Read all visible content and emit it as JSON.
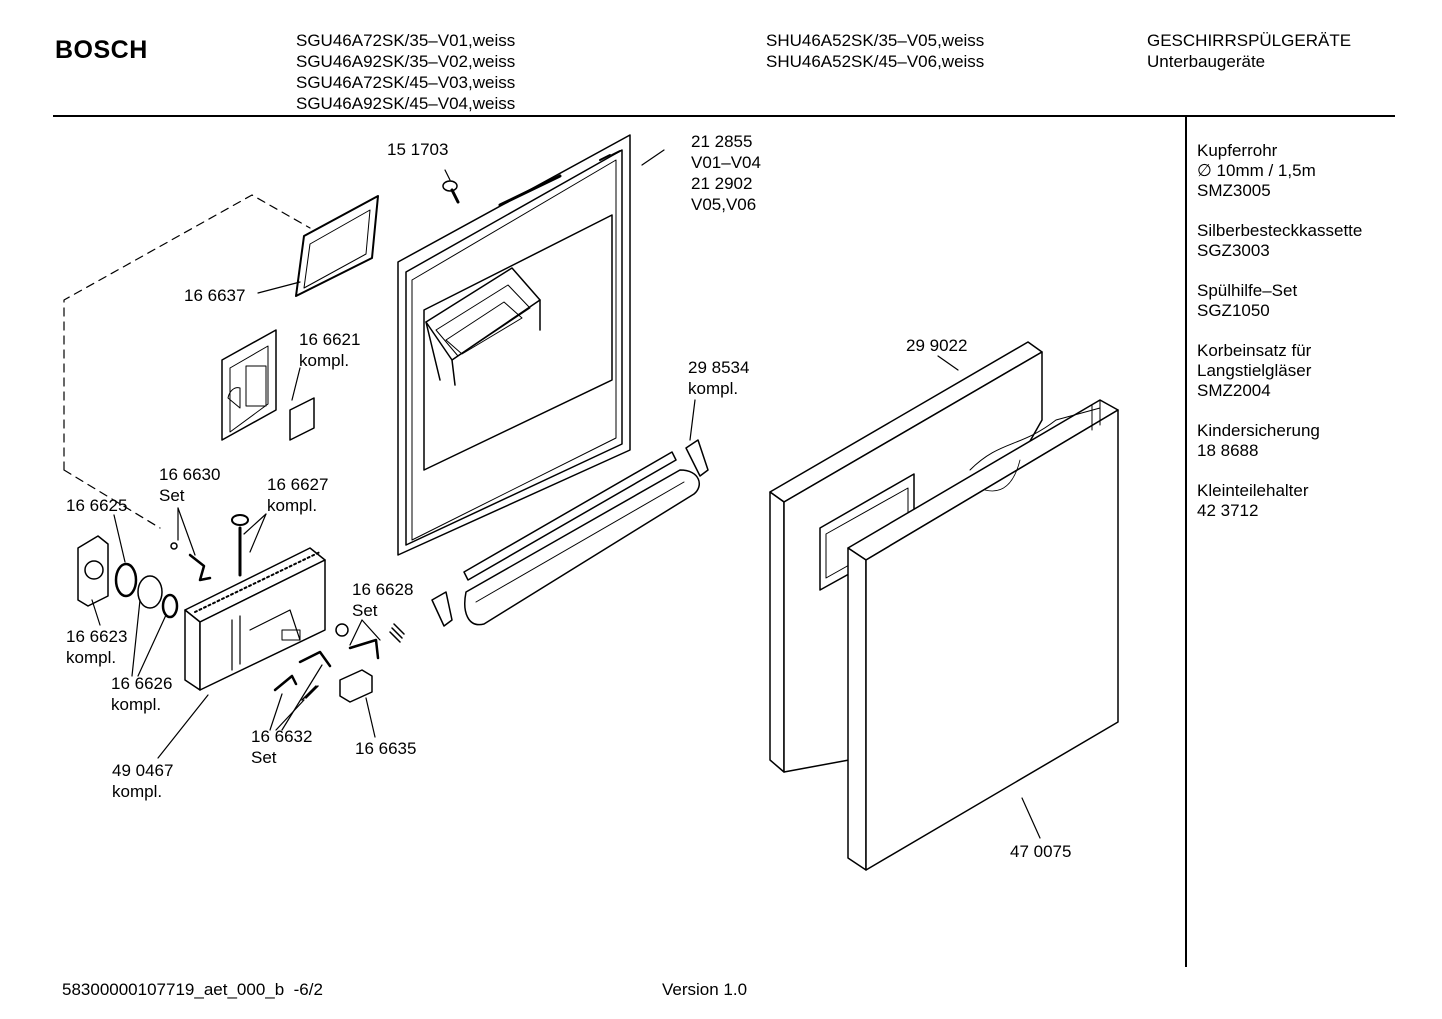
{
  "header": {
    "brand": "BOSCH",
    "models_left": [
      "SGU46A72SK/35–V01,weiss",
      "SGU46A92SK/35–V02,weiss",
      "SGU46A72SK/45–V03,weiss",
      "SGU46A92SK/45–V04,weiss"
    ],
    "models_right": [
      "SHU46A52SK/35–V05,weiss",
      "SHU46A52SK/45–V06,weiss"
    ],
    "category": "GESCHIRRSPÜLGERÄTE",
    "subcategory": "Unterbaugeräte"
  },
  "accessories": [
    {
      "lines": [
        "Kupferrohr",
        "∅ 10mm / 1,5m",
        "SMZ3005"
      ]
    },
    {
      "lines": [
        "Silberbesteckkassette",
        "SGZ3003"
      ]
    },
    {
      "lines": [
        "Spülhilfe–Set",
        "SGZ1050"
      ]
    },
    {
      "lines": [
        "Korbeinsatz für",
        "Langstielgläser",
        "SMZ2004"
      ]
    },
    {
      "lines": [
        "Kindersicherung",
        "18 8688"
      ]
    },
    {
      "lines": [
        "Kleinteilehalter",
        "42 3712"
      ]
    }
  ],
  "parts": [
    {
      "id": "p151703",
      "lines": [
        "15 1703"
      ]
    },
    {
      "id": "p212855",
      "lines": [
        "21 2855",
        "V01–V04",
        "21 2902",
        "V05,V06"
      ]
    },
    {
      "id": "p166637",
      "lines": [
        "16 6637"
      ]
    },
    {
      "id": "p166621",
      "lines": [
        "16 6621",
        "kompl."
      ]
    },
    {
      "id": "p166630",
      "lines": [
        "16 6630",
        "Set"
      ]
    },
    {
      "id": "p166627",
      "lines": [
        "16 6627",
        "kompl."
      ]
    },
    {
      "id": "p166625",
      "lines": [
        "16 6625"
      ]
    },
    {
      "id": "p166623",
      "lines": [
        "16 6623",
        "kompl."
      ]
    },
    {
      "id": "p166626",
      "lines": [
        "16 6626",
        "kompl."
      ]
    },
    {
      "id": "p490467",
      "lines": [
        "49 0467",
        "kompl."
      ]
    },
    {
      "id": "p166628",
      "lines": [
        "16 6628",
        "Set"
      ]
    },
    {
      "id": "p166632",
      "lines": [
        "16 6632",
        "Set"
      ]
    },
    {
      "id": "p166635",
      "lines": [
        "16 6635"
      ]
    },
    {
      "id": "p298534",
      "lines": [
        "29 8534",
        "kompl."
      ]
    },
    {
      "id": "p299022",
      "lines": [
        "29 9022"
      ]
    },
    {
      "id": "p470075",
      "lines": [
        "47 0075"
      ]
    }
  ],
  "footer": {
    "doc_id": "58300000107719_aet_000_b",
    "page": "-6/2",
    "version": "Version 1.0"
  }
}
